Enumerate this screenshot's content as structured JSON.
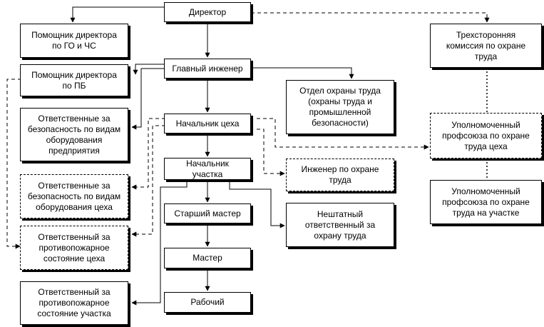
{
  "boxes": {
    "director": "Директор",
    "assistant_go": "Помощник директора\nпо ГО и ЧС",
    "assistant_pb": "Помощник директора\nпо ПБ",
    "resp_enterprise": "Ответственные за\nбезопасность по видам\nоборудования\nпредприятия",
    "resp_shop": "Ответственные за\nбезопасность по видам\nоборудования цеха",
    "fire_shop": "Ответственный за\nпротивопожарное\nсостояние цеха",
    "fire_section": "Ответственный за\nпротивопожарное\nсостояние участка",
    "chief_engineer": "Главный инженер",
    "shop_chief": "Начальник цеха",
    "section_chief": "Начальник\nучастка",
    "senior_master": "Старший мастер",
    "master": "Мастер",
    "worker": "Рабочий",
    "labor_dept": "Отдел охраны труда\n(охраны труда и\nпромышленной\nбезопасности)",
    "labor_engineer": "Инженер по охране\nтруда",
    "nonstaff": "Нештатный\nответственный за\nохрану труда",
    "commission": "Трехсторонняя\nкомиссия по охране\nтруда",
    "union_shop": "Уполномоченный\nпрофсоюза по охране\nтруда цеха",
    "union_section": "Уполномоченный\nпрофсоюза по охране\nтруда на участке"
  }
}
